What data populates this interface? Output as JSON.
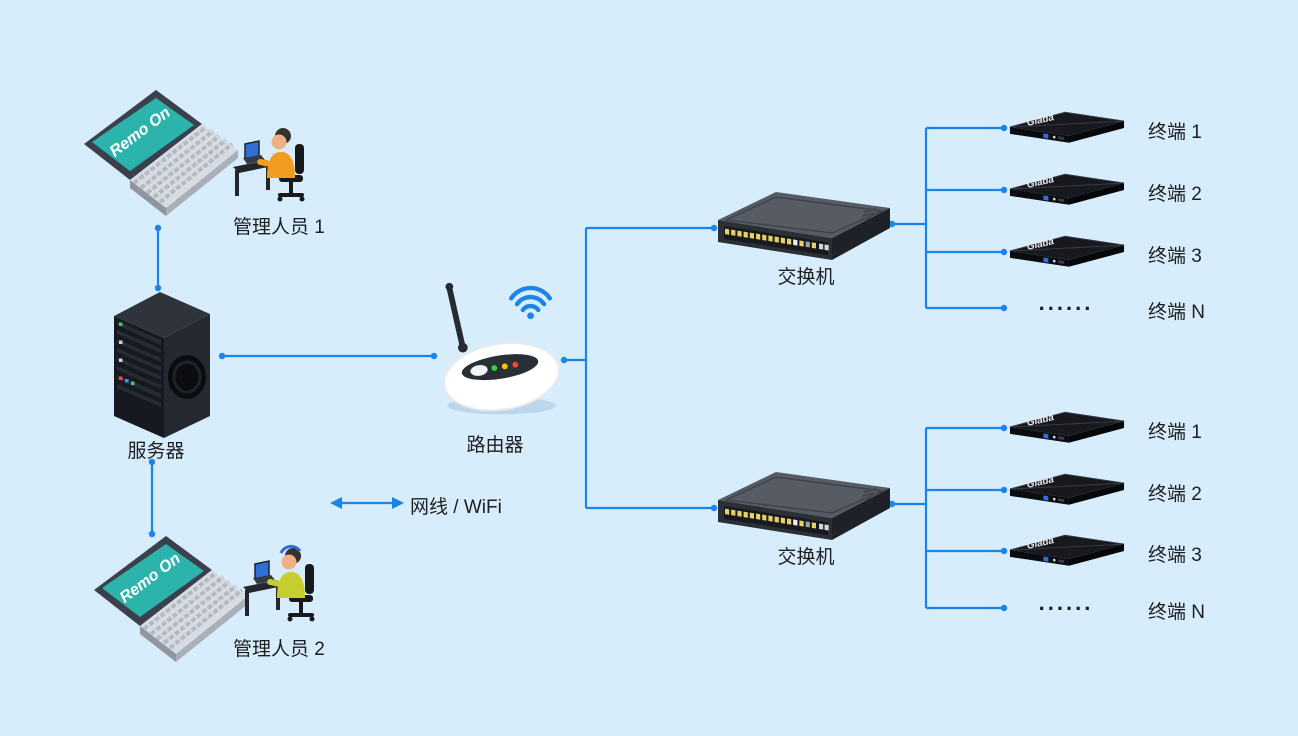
{
  "colors": {
    "background": "#d8edfb",
    "line": "#1b84ea",
    "label_text": "#1d1e20"
  },
  "legend": {
    "label": "网线 / WiFi"
  },
  "admins": [
    {
      "label": "管理人员 1",
      "laptop_screen_text": "Remo On"
    },
    {
      "label": "管理人员 2",
      "laptop_screen_text": "Remo On"
    }
  ],
  "server": {
    "label": "服务器"
  },
  "router": {
    "label": "路由器"
  },
  "switches": [
    {
      "label": "交换机"
    },
    {
      "label": "交换机"
    }
  ],
  "terminal_groups": [
    {
      "terminals": [
        {
          "brand": "Giada",
          "label": "终端 1"
        },
        {
          "brand": "Giada",
          "label": "终端 2"
        },
        {
          "brand": "Giada",
          "label": "终端 3"
        }
      ],
      "ellipsis": "......",
      "last_label": "终端 N"
    },
    {
      "terminals": [
        {
          "brand": "Giada",
          "label": "终端 1"
        },
        {
          "brand": "Giada",
          "label": "终端 2"
        },
        {
          "brand": "Giada",
          "label": "终端 3"
        }
      ],
      "ellipsis": "......",
      "last_label": "终端 N"
    }
  ]
}
